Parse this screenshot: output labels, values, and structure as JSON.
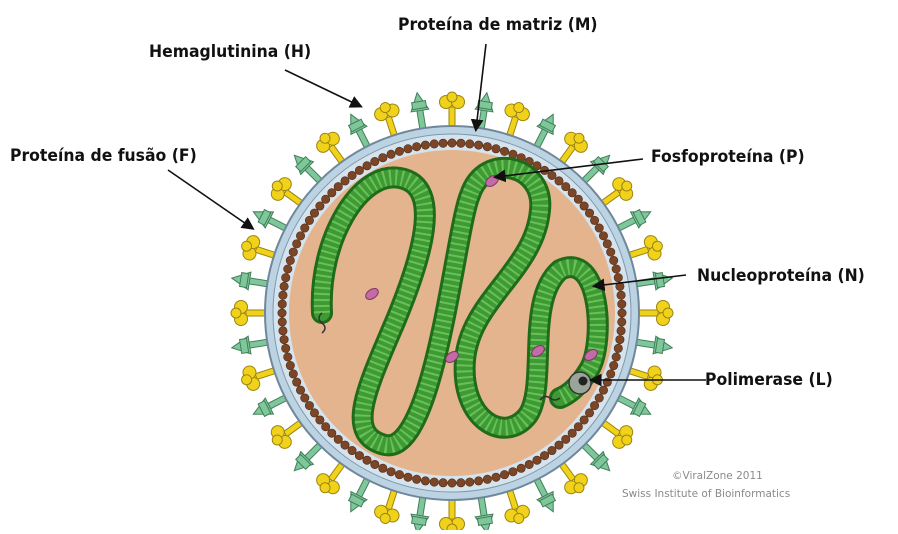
{
  "labels": {
    "matrix": "Proteína de matriz (M)",
    "hemagglutinin": "Hemaglutinina (H)",
    "fusion": "Proteína de fusão (F)",
    "phosphoprotein": "Fosfoproteína (P)",
    "nucleoprotein": "Nucleoproteína (N)",
    "polymerase": "Polimerase (L)"
  },
  "credit": {
    "line1": "©ViralZone 2011",
    "line2": "Swiss Institute of Bioinformatics"
  },
  "colors": {
    "interior": "#e4b48e",
    "membrane": "#bcd3e3",
    "matrix_bead": "#7b4526",
    "nucleocapsid": "#3e9a32",
    "nucleocapsid_edge": "#1f6b1a",
    "hemagglutinin": "#f1d21b",
    "fusion": "#7fc79a",
    "phosphoprotein": "#c46aa4",
    "polymerase": "#9aa59a"
  }
}
